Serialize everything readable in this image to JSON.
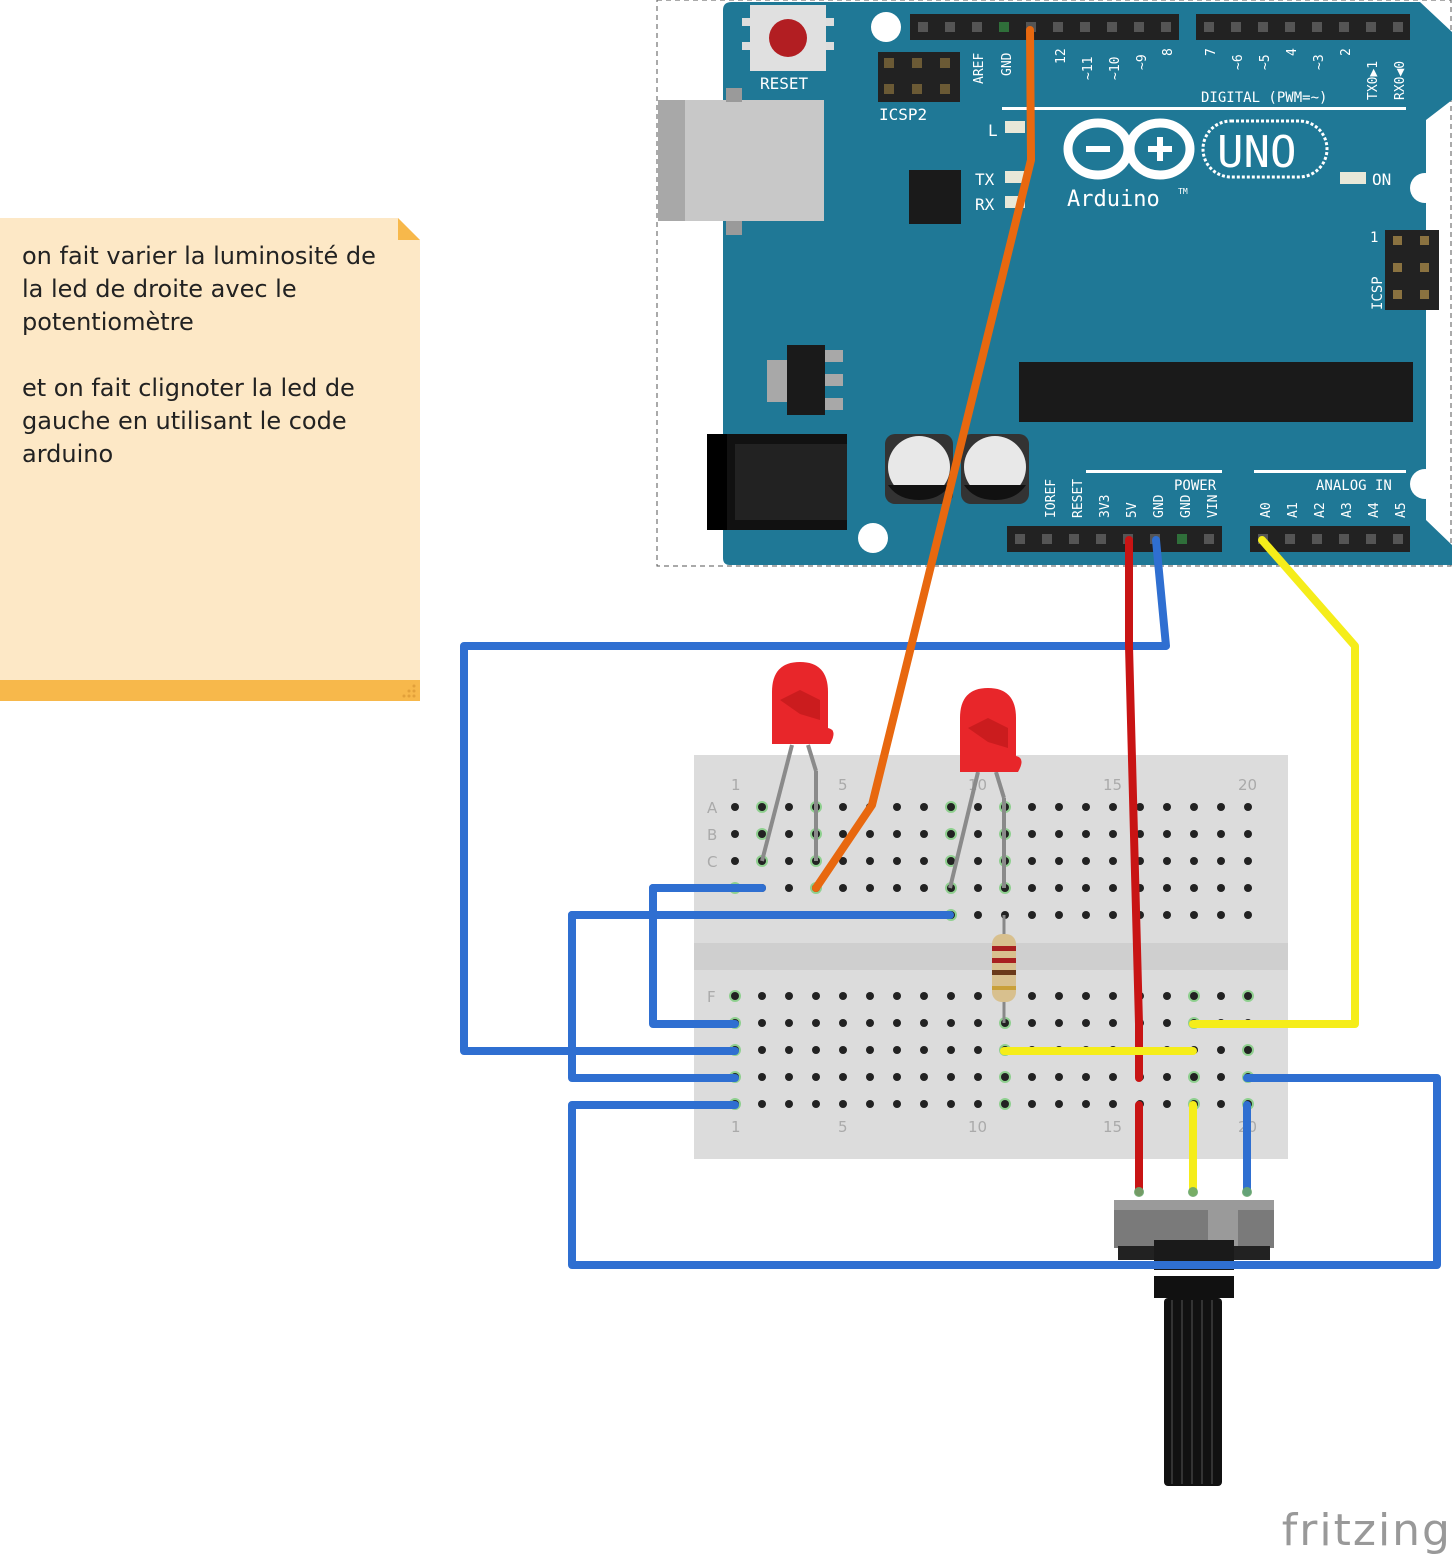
{
  "note": {
    "text": "on fait varier la luminosité de la led de droite avec le potentiomètre\n\net on fait clignoter la led de gauche en utilisant le code arduino",
    "background": "#fde8c6",
    "footer_color": "#f7b84b"
  },
  "board": {
    "brand": "Arduino",
    "model": "UNO",
    "trademark": "TM",
    "reset_label": "RESET",
    "icsp2_label": "ICSP2",
    "icsp_label": "ICSP",
    "icsp_pin1": "1",
    "led_l": "L",
    "led_tx": "TX",
    "led_rx": "RX",
    "led_on": "ON",
    "digital_label": "DIGITAL (PWM=~)",
    "power_label": "POWER",
    "analog_label": "ANALOG IN",
    "top_pins": [
      "AREF",
      "GND",
      "12",
      "~11",
      "~10",
      "~9",
      "8",
      "7",
      "~6",
      "~5",
      "4",
      "~3",
      "2",
      "TX0▶1",
      "RX0◀0"
    ],
    "bottom_pins": [
      "IOREF",
      "RESET",
      "3V3",
      "5V",
      "GND",
      "GND",
      "VIN",
      "A0",
      "A1",
      "A2",
      "A3",
      "A4",
      "A5"
    ],
    "color": "#1f7896"
  },
  "breadboard": {
    "row_labels": [
      "A",
      "B",
      "C",
      "F"
    ],
    "column_numbers_top": [
      "1",
      "5",
      "10",
      "15",
      "20"
    ],
    "column_numbers_bottom": [
      "1",
      "5",
      "10",
      "15",
      "20"
    ]
  },
  "wires": {
    "ground_color": "#2f6fd1",
    "signal_pin12_color": "#e8680f",
    "power_5v_color": "#c81414",
    "analog_a0_color": "#f5ed1a"
  },
  "components": {
    "leds": [
      "red-led-left",
      "red-led-right"
    ],
    "led_color": "#e8262a"
  },
  "watermark": "fritzing"
}
